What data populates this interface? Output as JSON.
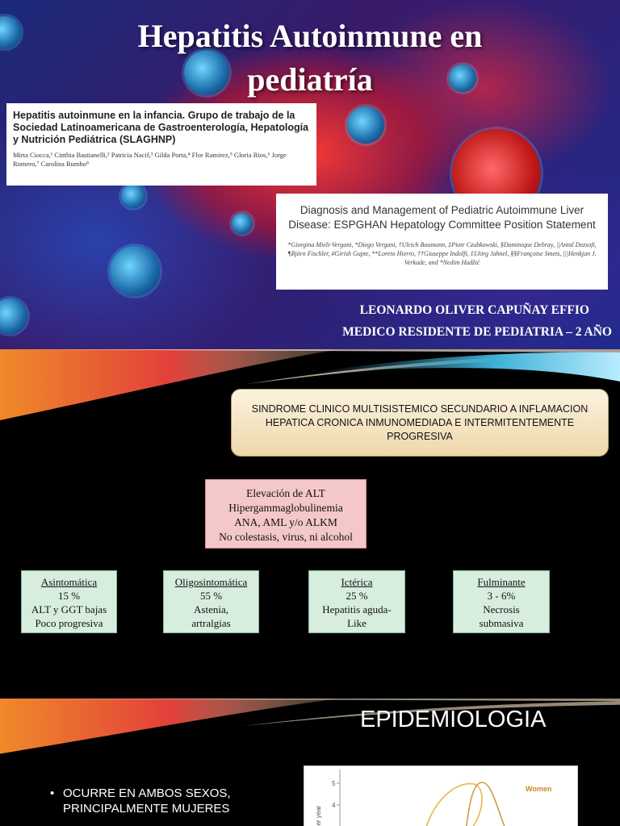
{
  "slide1": {
    "title_line1": "Hepatitis Autoinmune en",
    "title_line2": "pediatría",
    "paper_left": {
      "title": "Hepatitis autoinmune en la infancia. Grupo de trabajo de la Sociedad Latinoamericana de Gastroenterología, Hepatología y Nutrición Pediátrica (SLAGHNP)",
      "authors": "Mirta Ciocca,¹ Cinthia Bastianelli,² Patricia Nacif,³ Gilda Porta,⁴ Flor Ramirez,⁵ Gloria Rios,⁶ Jorge Romero,⁷ Carolina Rumbo⁸"
    },
    "paper_right": {
      "title": "Diagnosis and Management of Pediatric Autoimmune Liver Disease: ESPGHAN Hepatology Committee Position Statement",
      "authors": "*Giorgina Mieli-Vergani, *Diego Vergani, †Ulrich Baumann, ‡Piotr Czubkowski, §Dominique Debray, ||Antal Dezsofi, ¶Björn Fischler, #Girish Gupte, **Loreto Hierro, ††Giuseppe Indolfi, ‡‡Jörg Jahnel, §§Françoise Smets, |||Henkjan J. Verkade, and *Nedim Hadžić"
    },
    "author_name": "LEONARDO OLIVER CAPUÑAY EFFIO",
    "author_role": "MEDICO RESIDENTE DE PEDIATRIA – 2 AÑO"
  },
  "slide2": {
    "definition": "SINDROME CLINICO MULTISISTEMICO SECUNDARIO A INFLAMACION HEPATICA CRONICA INMUNOMEDIADA E INTERMITENTEMENTE PROGRESIVA",
    "criteria": [
      "Elevación de ALT",
      "Hipergammaglobulinemia",
      "ANA, AML y/o ALKM",
      "No colestasis, virus, ni alcohol"
    ],
    "types": [
      {
        "title": "Asintomática",
        "lines": [
          "15 %",
          "ALT y GGT bajas",
          "Poco progresiva"
        ]
      },
      {
        "title": "Oligosintomática",
        "lines": [
          "55 %",
          "Astenia,",
          "artralgias"
        ]
      },
      {
        "title": "Ictérica",
        "lines": [
          "25 %",
          "Hepatitis aguda-",
          "Like"
        ]
      },
      {
        "title": "Fulminante",
        "lines": [
          "3 - 6%",
          "Necrosis",
          "submasiva"
        ]
      }
    ],
    "colors": {
      "definition_box": "#efd8ab",
      "criteria_box": "#f4c7c9",
      "type_box": "#d7eedf"
    }
  },
  "slide3": {
    "title": "EPIDEMIOLOGIA",
    "bullet_line1": "OCURRE EN AMBOS SEXOS,",
    "bullet_line2": "PRINCIPALMENTE MUJERES",
    "chart": {
      "legend": "Women",
      "y_ticks": [
        "5",
        "4"
      ],
      "ylabel_fragment": "per year"
    }
  }
}
